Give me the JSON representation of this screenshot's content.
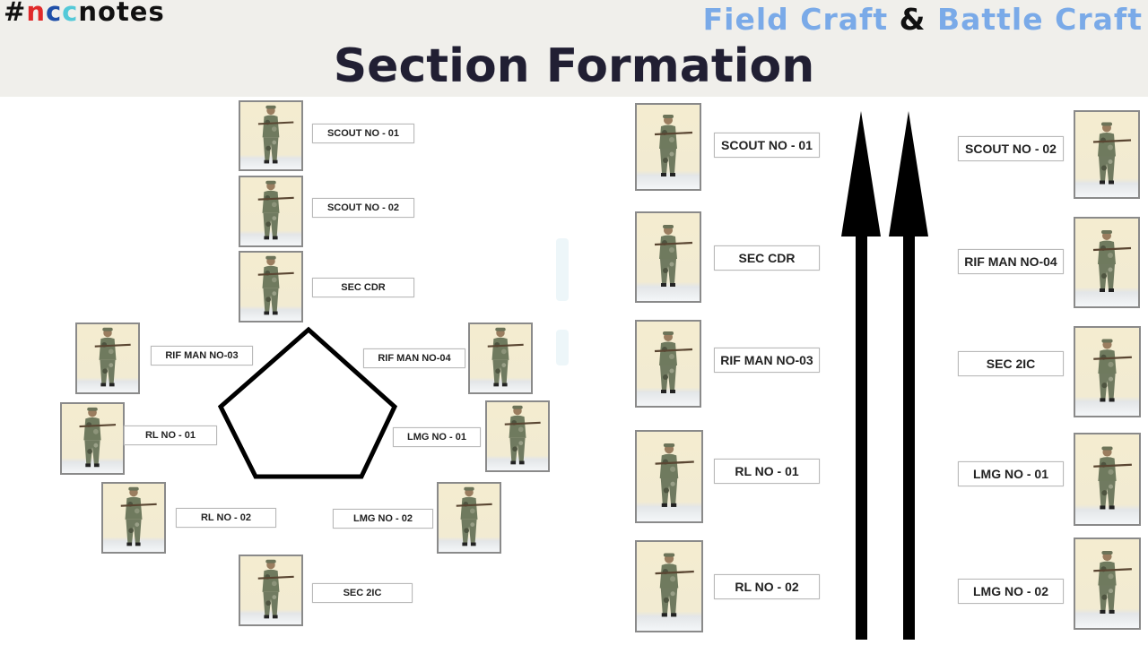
{
  "header": {
    "brand": {
      "hash": "#",
      "n": "n",
      "c1": "c",
      "c2": "c",
      "rest": "notes"
    },
    "subtitle": {
      "part1": "Field Craft",
      "amp": "&",
      "part2": "Battle Craft"
    },
    "title": "Section Formation"
  },
  "colors": {
    "header_bg": "#f0efeb",
    "title": "#211f33",
    "subtitle": "#7aaae8",
    "brand_red": "#e02a2a",
    "brand_blue": "#1f4fa8",
    "brand_cyan": "#54c9d8"
  },
  "diamond_formation": {
    "shape": "pentagon",
    "members": [
      {
        "label": "SCOUT NO - 01"
      },
      {
        "label": "SCOUT NO - 02"
      },
      {
        "label": "SEC CDR"
      },
      {
        "label": "RIF MAN NO-03"
      },
      {
        "label": "RIF MAN NO-04"
      },
      {
        "label": "RL NO - 01"
      },
      {
        "label": "LMG NO - 01"
      },
      {
        "label": "RL NO - 02"
      },
      {
        "label": "LMG NO - 02"
      },
      {
        "label": "SEC 2IC"
      }
    ]
  },
  "file_formation": {
    "shape": "double-arrow-up",
    "left_column": [
      {
        "label": "SCOUT NO - 01"
      },
      {
        "label": "SEC CDR"
      },
      {
        "label": "RIF MAN NO-03"
      },
      {
        "label": "RL NO - 01"
      },
      {
        "label": "RL NO - 02"
      }
    ],
    "right_column": [
      {
        "label": "SCOUT NO - 02"
      },
      {
        "label": "RIF MAN NO-04"
      },
      {
        "label": "SEC 2IC"
      },
      {
        "label": "LMG NO - 01"
      },
      {
        "label": "LMG NO - 02"
      }
    ]
  }
}
